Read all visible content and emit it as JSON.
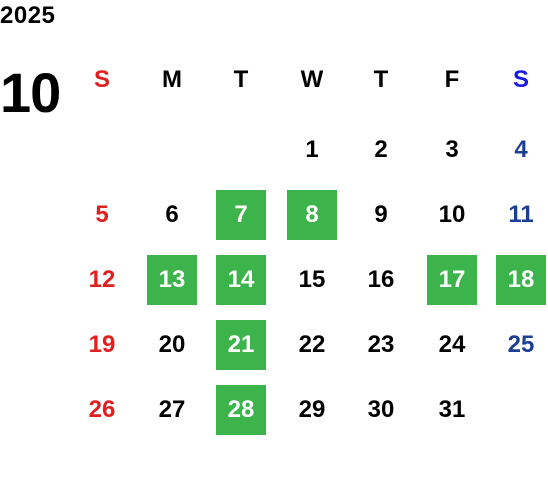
{
  "calendar": {
    "year": "2025",
    "month": "10",
    "weekdays": [
      "S",
      "M",
      "T",
      "W",
      "T",
      "F",
      "S"
    ],
    "highlight_color": "#3cb44b",
    "sunday_color": "#e0201e",
    "saturday_color": "#1c3f95",
    "weeks": [
      [
        {
          "day": "",
          "highlight": false
        },
        {
          "day": "",
          "highlight": false
        },
        {
          "day": "",
          "highlight": false
        },
        {
          "day": "1",
          "highlight": false
        },
        {
          "day": "2",
          "highlight": false
        },
        {
          "day": "3",
          "highlight": false
        },
        {
          "day": "4",
          "highlight": false
        }
      ],
      [
        {
          "day": "5",
          "highlight": false
        },
        {
          "day": "6",
          "highlight": false
        },
        {
          "day": "7",
          "highlight": true
        },
        {
          "day": "8",
          "highlight": true
        },
        {
          "day": "9",
          "highlight": false
        },
        {
          "day": "10",
          "highlight": false
        },
        {
          "day": "11",
          "highlight": false
        }
      ],
      [
        {
          "day": "12",
          "highlight": false
        },
        {
          "day": "13",
          "highlight": true
        },
        {
          "day": "14",
          "highlight": true
        },
        {
          "day": "15",
          "highlight": false
        },
        {
          "day": "16",
          "highlight": false
        },
        {
          "day": "17",
          "highlight": true
        },
        {
          "day": "18",
          "highlight": true
        }
      ],
      [
        {
          "day": "19",
          "highlight": false
        },
        {
          "day": "20",
          "highlight": false
        },
        {
          "day": "21",
          "highlight": true
        },
        {
          "day": "22",
          "highlight": false
        },
        {
          "day": "23",
          "highlight": false
        },
        {
          "day": "24",
          "highlight": false
        },
        {
          "day": "25",
          "highlight": false
        }
      ],
      [
        {
          "day": "26",
          "highlight": false
        },
        {
          "day": "27",
          "highlight": false
        },
        {
          "day": "28",
          "highlight": true
        },
        {
          "day": "29",
          "highlight": false
        },
        {
          "day": "30",
          "highlight": false
        },
        {
          "day": "31",
          "highlight": false
        },
        {
          "day": "",
          "highlight": false
        }
      ]
    ]
  }
}
